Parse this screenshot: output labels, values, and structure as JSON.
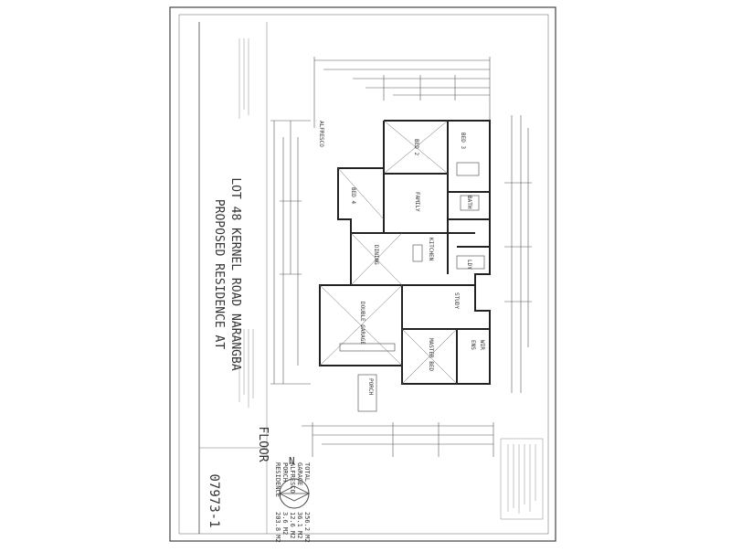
{
  "title_block": {
    "project_line1": "PROPOSED RESIDENCE AT",
    "project_line2": "LOT 48 KERNEL ROAD NARANGBA",
    "drawing_number": "07973-1",
    "drawing_title": "FLOOR"
  },
  "area_schedule": [
    {
      "label": "RESIDENCE",
      "value": "203.8 M2"
    },
    {
      "label": "PORCH",
      "value": "3.6 M2"
    },
    {
      "label": "ALFRESCO",
      "value": "12.6 M2"
    },
    {
      "label": "GARAGE",
      "value": "36.1 M2"
    },
    {
      "label": "TOTAL",
      "value": "256.2 M2"
    }
  ],
  "rooms": {
    "bed2": "BED 2",
    "bed3": "BED 3",
    "bed4": "BED 4",
    "family": "FAMILY",
    "dining": "DINING",
    "kitchen": "KITCHEN",
    "study": "STUDY",
    "garage": "DOUBLE GARAGE",
    "master": "MASTER BED",
    "alfresco": "ALFRESCO",
    "porch": "PORCH",
    "ens": "ENS",
    "wir": "WIR",
    "bath": "BATH",
    "ldy": "LDY"
  },
  "compass": {
    "north_label": "N"
  },
  "colors": {
    "ink": "#333333",
    "paper": "#ffffff",
    "faint": "#888888"
  }
}
